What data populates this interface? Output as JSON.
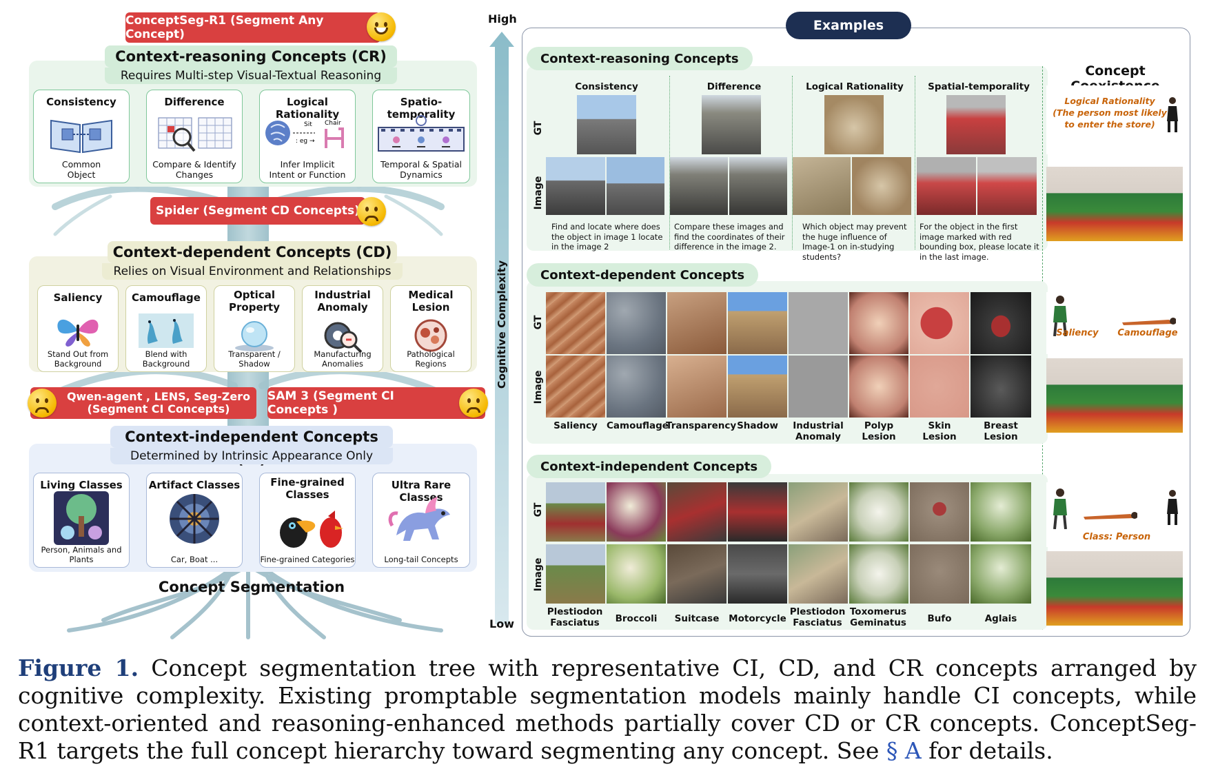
{
  "banners": {
    "top": "ConceptSeg-R1 (Segment Any Concept)",
    "spider": "Spider (Segment CD Concepts)",
    "qwen": "Qwen-agent , LENS, Seg-Zero\n(Segment CI Concepts)",
    "sam3": "SAM 3 (Segment CI Concepts )"
  },
  "cr": {
    "title": "Context-reasoning Concepts (CR)",
    "subtitle": "Requires Multi-step Visual-Textual Reasoning",
    "cards": [
      {
        "title": "Consistency",
        "desc": "Common\nObject",
        "icon": "book-icon"
      },
      {
        "title": "Difference",
        "desc": "Compare & Identify\nChanges",
        "icon": "magnifier-grid-icon"
      },
      {
        "title": "Logical Rationality",
        "desc": "Infer Implicit\nIntent or Function",
        "icon": "brain-chair-icon"
      },
      {
        "title": "Spatio-temporality",
        "desc": "Temporal & Spatial\nDynamics",
        "icon": "film-strip-icon"
      }
    ],
    "icon_text": {
      "sit": "Sit",
      "eg": ": eg →",
      "chair": "Chair"
    }
  },
  "cd": {
    "title": "Context-dependent Concepts (CD)",
    "subtitle": "Relies on Visual Environment and Relationships",
    "cards": [
      {
        "title": "Saliency",
        "desc": "Stand Out from\nBackground",
        "icon": "butterfly-icon"
      },
      {
        "title": "Camouflage",
        "desc": "Blend with\nBackground",
        "icon": "lizard-icon"
      },
      {
        "title": "Optical\nProperty",
        "desc": "Transparent /\nShadow",
        "icon": "glass-sphere-icon"
      },
      {
        "title": "Industrial\nAnomaly",
        "desc": "Manufacturing\nAnomalies",
        "icon": "gear-magnifier-icon"
      },
      {
        "title": "Medical\nLesion",
        "desc": "Pathological\nRegions",
        "icon": "petri-dish-icon"
      }
    ]
  },
  "ci": {
    "title": "Context-independent Concepts (CI)",
    "subtitle": "Determined by Intrinsic Appearance Only",
    "cards": [
      {
        "title": "Living Classes",
        "desc": "Person, Animals and\nPlants",
        "icon": "tree-animals-icon"
      },
      {
        "title": "Artifact Classes",
        "desc": "Car,  Boat ...",
        "icon": "machine-icon"
      },
      {
        "title": "Fine-grained\nClasses",
        "desc": "Fine-grained Categories",
        "icon": "birds-icon"
      },
      {
        "title": "Ultra Rare Classes",
        "desc": "Long-tail Concepts",
        "icon": "dragon-icon"
      }
    ]
  },
  "root_label": "Concept Segmentation",
  "axis": {
    "high": "High",
    "low": "Low",
    "label": "Cognitive Complexity"
  },
  "examples": {
    "pill": "Examples",
    "cr_panel": {
      "title": "Context-reasoning Concepts",
      "columns": [
        "Consistency",
        "Difference",
        "Logical Rationality",
        "Spatial-temporality"
      ],
      "questions": [
        "Find and locate where does the object in image 1 locate in the image 2",
        "Compare these images and find the coordinates of their difference in the  image 2.",
        "Which object may prevent the huge influence of Image-1 on in-studying students?",
        "For the object in the first image marked with red bounding box, please locate it in the last image."
      ]
    },
    "cd_panel": {
      "title": "Context-dependent Concepts",
      "labels": [
        "Saliency",
        "Camouflage",
        "Transparency",
        "Shadow",
        "Industrial\nAnomaly",
        "Polyp\nLesion",
        "Skin\nLesion",
        "Breast\nLesion"
      ]
    },
    "ci_panel": {
      "title": "Context-independent Concepts",
      "labels": [
        "Plestiodon\nFasciatus",
        "Broccoli",
        "Suitcase",
        "Motorcycle",
        "Plestiodon\nFasciatus",
        "Toxomerus\nGeminatus",
        "Bufo",
        "Aglais"
      ]
    },
    "row_labels": {
      "gt": "GT",
      "image": "Image"
    },
    "coexistence": {
      "title": "Concept Coexistence",
      "cr_note": "Logical Rationality\n(The person most likely\nto enter the store)",
      "cd_notes": [
        "Saliency",
        "Camouflage"
      ],
      "ci_note": "Class: Person"
    }
  },
  "caption": {
    "fig": "Figure 1.",
    "text": " Concept segmentation tree with representative CI, CD, and CR concepts arranged by cognitive complexity. Existing promptable segmentation models mainly handle CI concepts, while context-oriented and reasoning-enhanced methods partially cover CD or CR concepts. ConceptSeg-R1 targets the full concept hierarchy toward segmenting any concept. See ",
    "link": "§ A",
    "tail": " for details."
  }
}
